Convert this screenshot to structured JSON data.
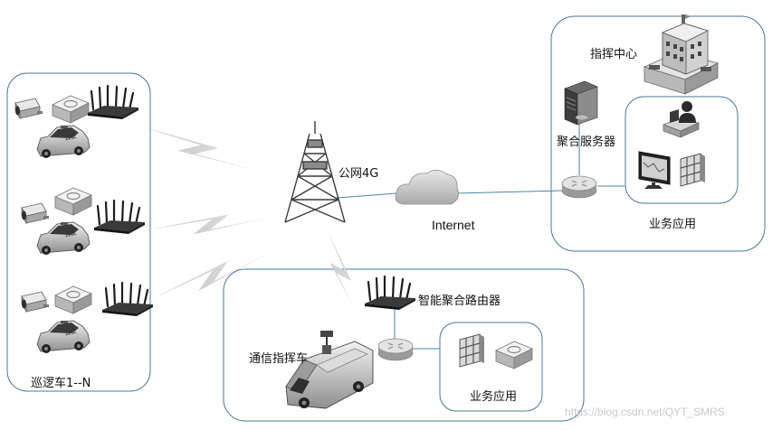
{
  "labels": {
    "public_network": "公网4G",
    "internet": "Internet",
    "command_center": "指挥中心",
    "aggregation_server": "聚合服务器",
    "business_app_top": "业务应用",
    "smart_router": "智能聚合路由器",
    "comm_vehicle": "通信指挥车",
    "business_app_bottom": "业务应用",
    "patrol_cars": "巡逻车1--N",
    "car_badge": "公安"
  },
  "watermark": "https://blog.csdn.net/QYT_SMRS",
  "icons": [
    "camera-icon",
    "encoder-box-icon",
    "4g-router-icon",
    "police-car-icon",
    "cell-tower-icon",
    "cloud-icon",
    "building-icon",
    "server-icon",
    "core-router-icon",
    "operator-desk-icon",
    "monitor-icon",
    "video-wall-icon",
    "command-vehicle-icon",
    "lightning-link-icon"
  ],
  "colors": {
    "group_border": "#4a7894",
    "link_line": "#4a86a8",
    "device_gray": "#8a8a8a",
    "device_dark": "#2b2b2b",
    "lightning": "#c8c8c8"
  }
}
